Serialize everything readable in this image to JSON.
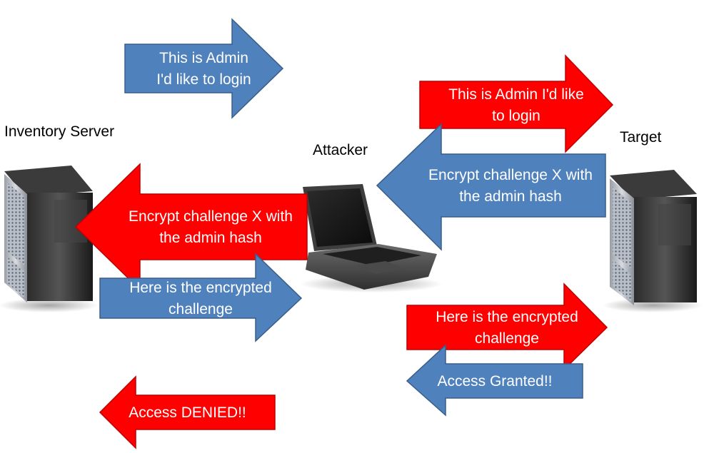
{
  "nodes": {
    "inventory_server": {
      "label": "Inventory Server"
    },
    "attacker": {
      "label": "Attacker"
    },
    "target": {
      "label": "Target"
    }
  },
  "arrows": {
    "login_to_attacker": {
      "lines": [
        "This is Admin",
        "I'd like to login"
      ],
      "color": "#4f81bd",
      "direction": "right"
    },
    "login_to_target": {
      "lines": [
        "This is Admin I'd like",
        "to login"
      ],
      "color": "#ff0000",
      "direction": "right"
    },
    "challenge_from_target": {
      "lines": [
        "Encrypt challenge X with",
        "the admin hash"
      ],
      "color": "#4f81bd",
      "direction": "left"
    },
    "challenge_to_server": {
      "lines": [
        "Encrypt challenge X with",
        "the admin hash"
      ],
      "color": "#ff0000",
      "direction": "left"
    },
    "response_from_server": {
      "lines": [
        "Here is the encrypted",
        "challenge"
      ],
      "color": "#4f81bd",
      "direction": "right"
    },
    "response_to_target": {
      "lines": [
        "Here is the encrypted",
        "challenge"
      ],
      "color": "#ff0000",
      "direction": "right"
    },
    "access_granted": {
      "lines": [
        "Access Granted!!"
      ],
      "color": "#4f81bd",
      "direction": "left"
    },
    "access_denied": {
      "lines": [
        "Access DENIED!!"
      ],
      "color": "#ff0000",
      "direction": "left"
    }
  },
  "colors": {
    "blue_arrow": "#4f81bd",
    "red_arrow": "#ff0000",
    "arrow_outline": "#385d8a"
  }
}
